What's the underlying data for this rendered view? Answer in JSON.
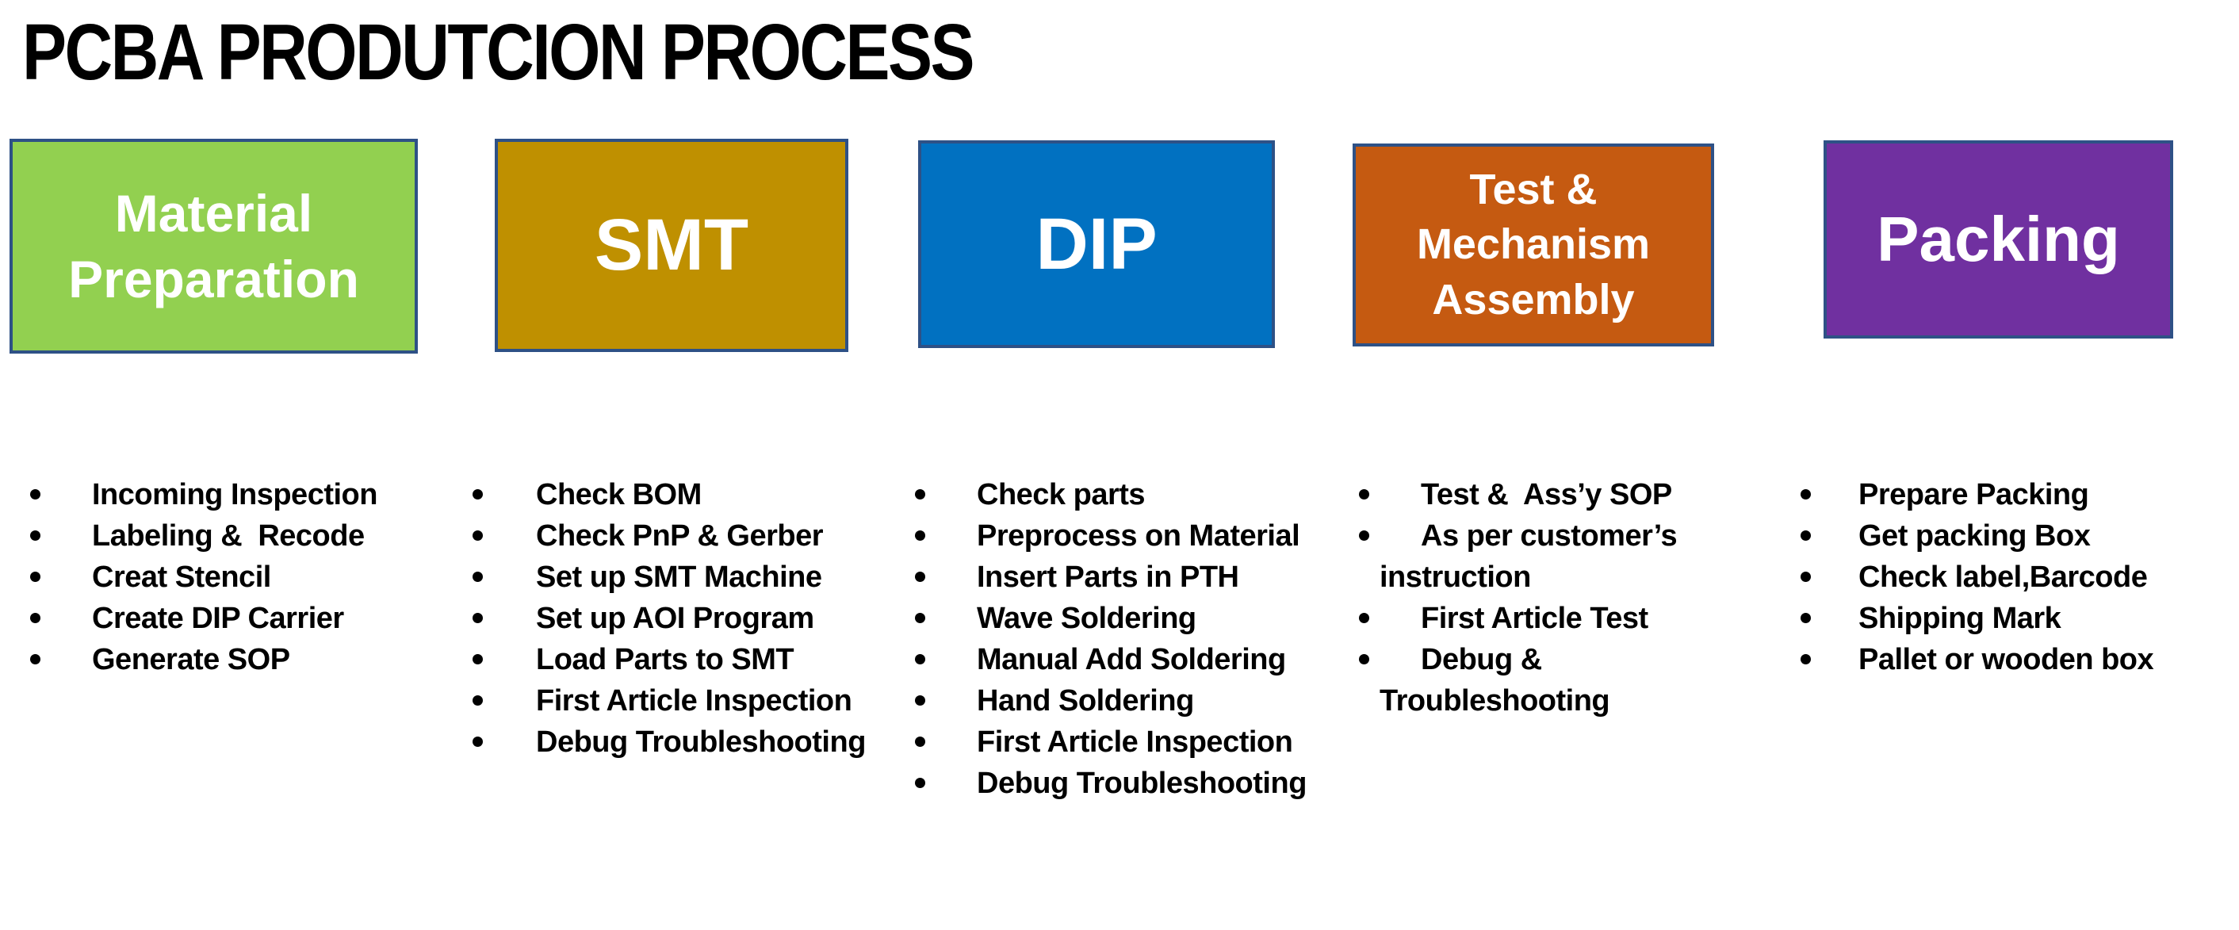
{
  "title": "PCBA PRODUTCION PROCESS",
  "colors": {
    "box_border": "#2E5186",
    "text": "#000000",
    "box_text": "#FFFFFF",
    "background": "#FFFFFF"
  },
  "stages": [
    {
      "label": "Material Preparation",
      "color": "#92D050",
      "items": [
        "Incoming Inspection",
        "Labeling &  Recode",
        "Creat Stencil",
        "Create DIP Carrier",
        "Generate SOP"
      ]
    },
    {
      "label": "SMT",
      "color": "#BF9000",
      "items": [
        "Check BOM",
        "Check PnP & Gerber",
        "Set up SMT Machine",
        "Set up AOI Program",
        "Load Parts to SMT",
        "First Article Inspection",
        "Debug Troubleshooting"
      ]
    },
    {
      "label": "DIP",
      "color": "#0171C1",
      "items": [
        "Check parts",
        "Preprocess on Material",
        "Insert Parts in PTH",
        "Wave Soldering",
        "Manual Add Soldering",
        "Hand Soldering",
        "First Article Inspection",
        "Debug Troubleshooting"
      ]
    },
    {
      "label": "Test & Mechanism Assembly",
      "color": "#C55A11",
      "items": [
        "Test &  Ass’y SOP",
        "As per customer’s instruction",
        "First Article Test",
        "Debug & Troubleshooting"
      ]
    },
    {
      "label": "Packing",
      "color": "#7030A0",
      "items": [
        "Prepare Packing",
        "Get packing Box",
        "Check label,Barcode",
        "Shipping Mark",
        "Pallet or wooden box"
      ]
    }
  ]
}
